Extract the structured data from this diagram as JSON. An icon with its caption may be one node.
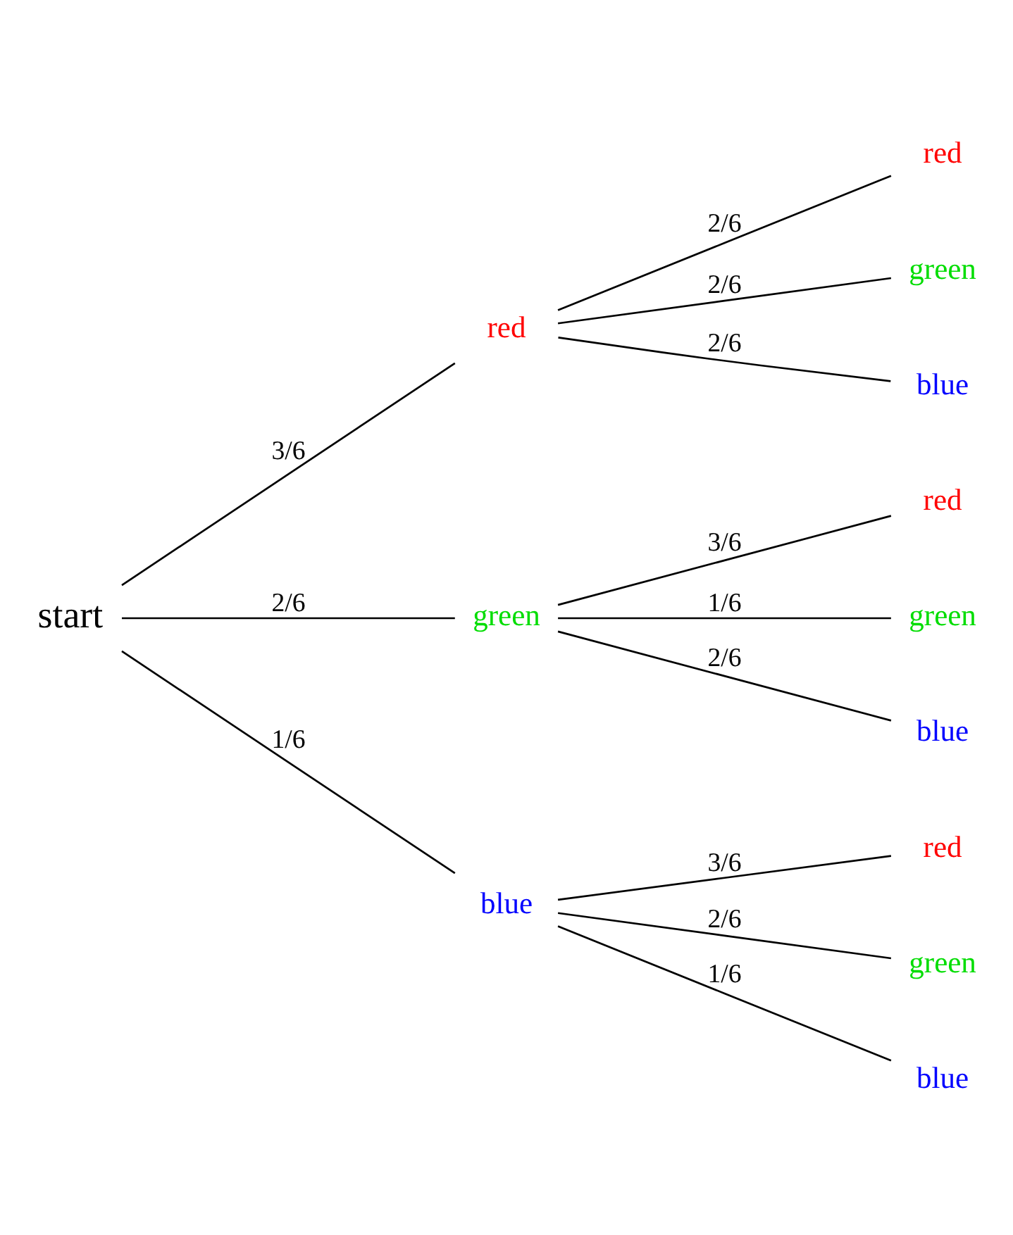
{
  "diagram": {
    "nodes": [
      {
        "text": [
          "start"
        ]
      },
      {
        "text": [
          "red"
        ]
      },
      {
        "text": [
          "green"
        ]
      },
      {
        "text": [
          "blue"
        ]
      },
      {
        "text": [
          "red"
        ]
      },
      {
        "text": [
          "green"
        ]
      },
      {
        "text": [
          "blue"
        ]
      },
      {
        "text": [
          "red"
        ]
      },
      {
        "text": [
          "green"
        ]
      },
      {
        "text": [
          "blue"
        ]
      },
      {
        "text": [
          "red"
        ]
      },
      {
        "text": [
          "green"
        ]
      },
      {
        "text": [
          "blue"
        ]
      }
    ],
    "edges": [
      {
        "from": 0,
        "to": 1,
        "arrow": "none",
        "label": "3/6"
      },
      {
        "from": 0,
        "to": 2,
        "arrow": "none",
        "label": "2/6"
      },
      {
        "from": 0,
        "to": 3,
        "arrow": "none",
        "label": "1/6"
      },
      {
        "from": 1,
        "to": 4,
        "arrow": "none",
        "label": "2/6"
      },
      {
        "from": 1,
        "to": 5,
        "arrow": "none",
        "label": "2/6"
      },
      {
        "from": 1,
        "to": 6,
        "arrow": "none",
        "label": "2/6"
      },
      {
        "from": 2,
        "to": 7,
        "arrow": "none",
        "label": "3/6"
      },
      {
        "from": 2,
        "to": 8,
        "arrow": "none",
        "label": "1/6"
      },
      {
        "from": 2,
        "to": 9,
        "arrow": "none",
        "label": "2/6"
      },
      {
        "from": 3,
        "to": 10,
        "arrow": "none",
        "label": "3/6"
      },
      {
        "from": 3,
        "to": 11,
        "arrow": "none",
        "label": "2/6"
      },
      {
        "from": 3,
        "to": 12,
        "arrow": "none",
        "label": "1/6"
      }
    ]
  }
}
